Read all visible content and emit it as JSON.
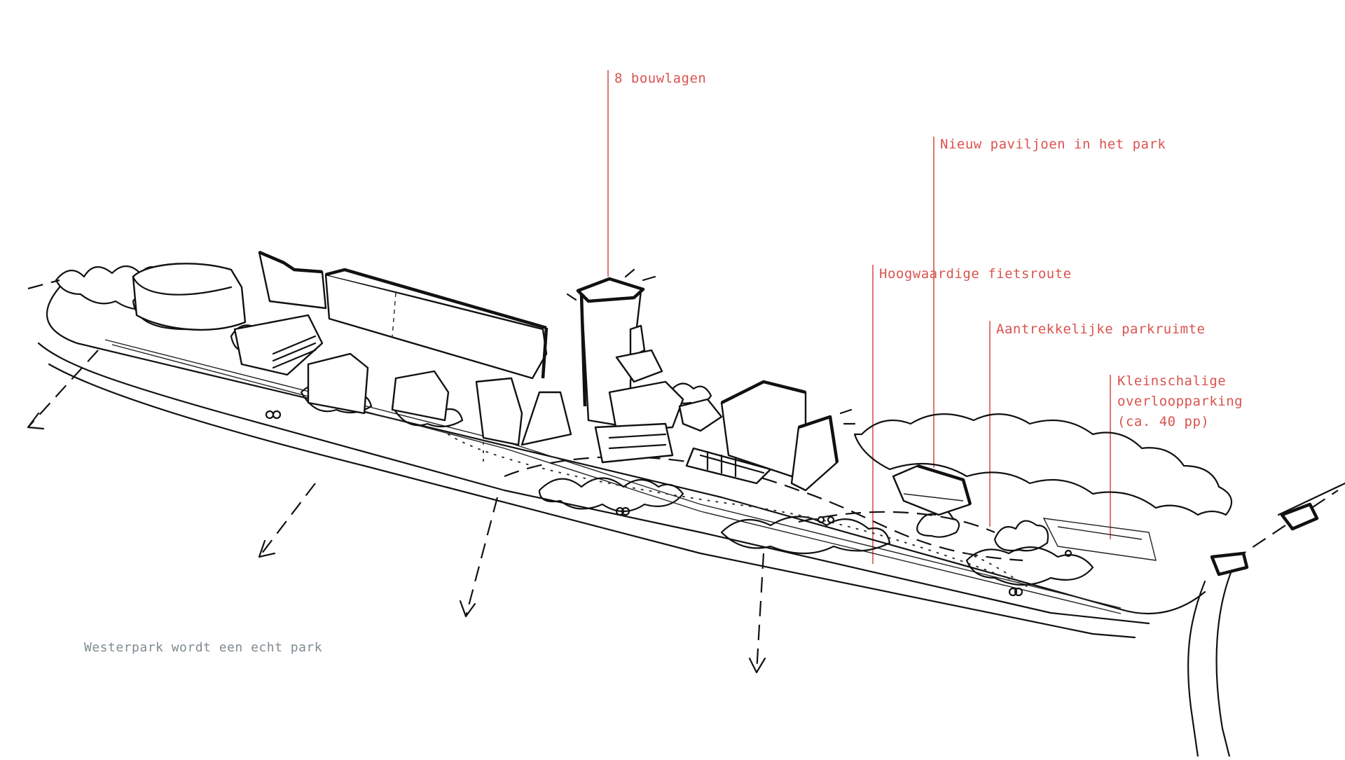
{
  "colors": {
    "annotation": "#d9534f",
    "ink": "#111111",
    "caption": "#7f8a90",
    "background": "#ffffff"
  },
  "annotations": {
    "floors": "8 bouwlagen",
    "pavilion": "Nieuw paviljoen in het park",
    "bike_route": "Hoogwaardige fietsroute",
    "park_space": "Aantrekkelijke parkruimte",
    "parking_line1": "Kleinschalige",
    "parking_line2": "overloopparking",
    "parking_line3": "(ca. 40 pp)"
  },
  "caption": "Westerpark wordt een echt park"
}
